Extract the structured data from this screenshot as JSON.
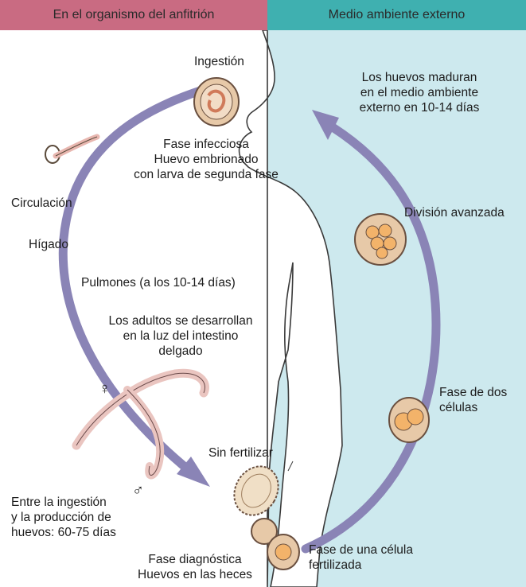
{
  "header": {
    "left": "En el organismo del anfitrión",
    "right": "Medio ambiente externo"
  },
  "labels": {
    "ingestion": "Ingestión",
    "infective_1": "Fase infecciosa",
    "infective_2": "Huevo embrionado",
    "infective_3": "con larva de segunda fase",
    "circulation": "Circulación",
    "liver": "Hígado",
    "lungs": "Pulmones (a los 10-14 días)",
    "adults_1": "Los adultos se desarrollan",
    "adults_2": "en la luz del intestino",
    "adults_3": "delgado",
    "female": "♀",
    "male": "♂",
    "unfertilized": "Sin fertilizar",
    "prepatent_1": "Entre la ingestión",
    "prepatent_2": "y la producción de",
    "prepatent_3": "huevos: 60-75 días",
    "diagnostic_1": "Fase diagnóstica",
    "diagnostic_2": "Huevos en las heces",
    "one_cell_1": "Fase de una célula",
    "one_cell_2": "fertilizada",
    "two_cell_1": "Fase de dos",
    "two_cell_2": "células",
    "advanced": "División avanzada",
    "mature_1": "Los huevos maduran",
    "mature_2": "en el medio ambiente",
    "mature_3": "externo en 10-14 días"
  },
  "colors": {
    "header_left": "#c96b82",
    "header_right": "#3fb0b0",
    "environment": "#cde9ee",
    "arrow": "#8a84b6",
    "body_fill": "#ffffff",
    "egg": "#e7c9a8",
    "worm": "#eac5c0"
  },
  "icons": [
    "embryonated-egg-icon",
    "larva-icon",
    "adult-worm-female-icon",
    "adult-worm-male-icon",
    "unfertilized-egg-icon",
    "fertilized-egg-icon",
    "two-cell-egg-icon",
    "advanced-division-egg-icon"
  ]
}
